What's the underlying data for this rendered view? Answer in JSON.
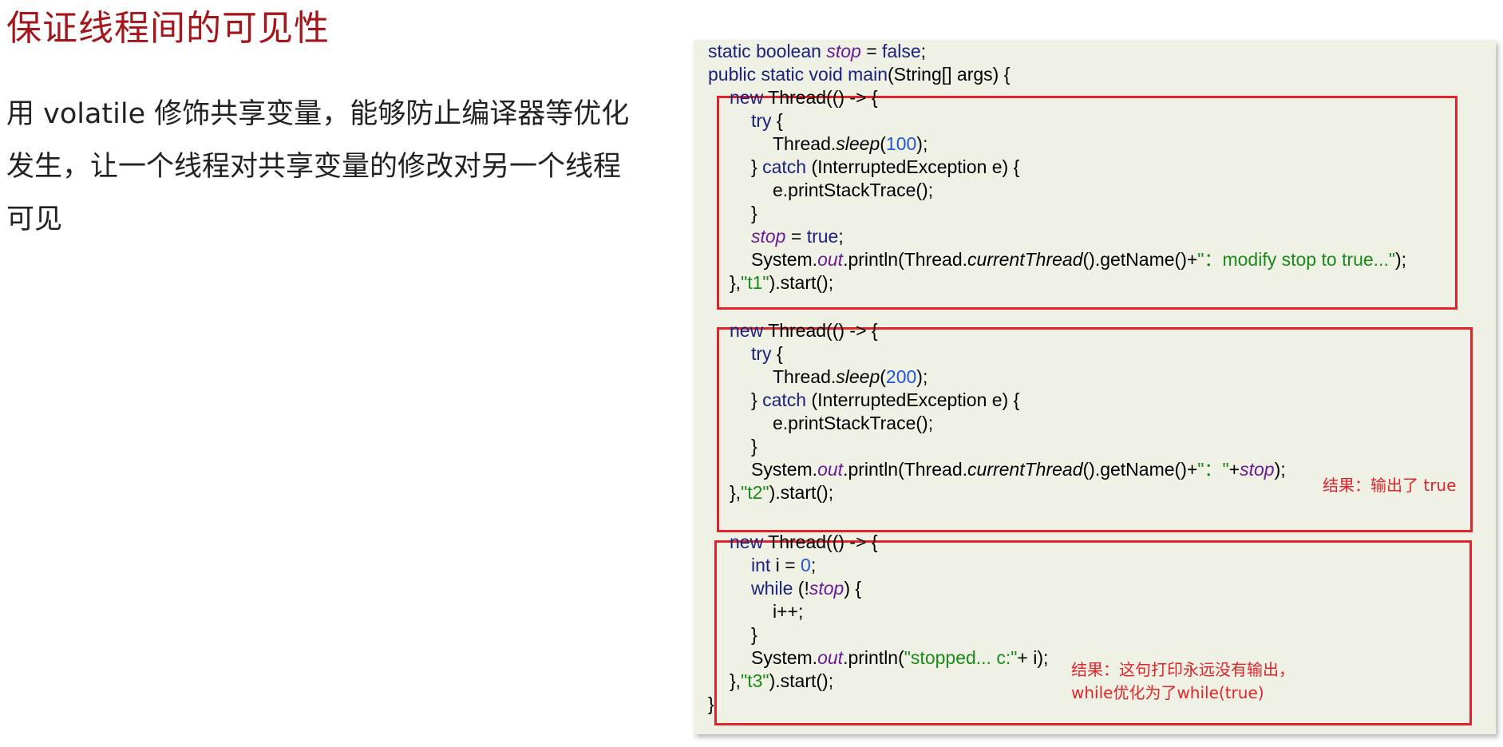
{
  "title": "保证线程间的可见性",
  "description": {
    "line1": "用 volatile 修饰共享变量，能够防止编译器等优化",
    "line2": "发生，让一个线程对共享变量的修改对另一个线程",
    "line3": "可见"
  },
  "code": {
    "l1_kw": "static boolean ",
    "l1_field": "stop",
    "l1_eq": " = ",
    "l1_val": "false",
    "l1_end": ";",
    "l2_kw": "public static void ",
    "l2_fn": "main",
    "l2_rest": "(String[] args) {",
    "t1": {
      "new": "new ",
      "thread_open": "Thread(() -> {",
      "try": "try",
      "brace": " {",
      "sleep_pre": "Thread.",
      "sleep_fn": "sleep",
      "sleep_open": "(",
      "sleep_val": "100",
      "sleep_close": ");",
      "catch_pre": "} ",
      "catch_kw": "catch",
      "catch_rest": " (InterruptedException e) {",
      "print_trace": "e.printStackTrace();",
      "close": "}",
      "stop_field": "stop",
      "stop_eq": " = ",
      "stop_val": "true",
      "stop_end": ";",
      "sys_pre": "System.",
      "sys_out": "out",
      "sys_mid": ".println(Thread.",
      "sys_ct": "currentThread",
      "sys_name": "().getName()+",
      "sys_str": "\"：modify stop to true...\"",
      "sys_end": ");",
      "end_pre": "},",
      "end_name": "\"t1\"",
      "end_post": ").start();"
    },
    "t2": {
      "new": "new ",
      "thread_open": "Thread(() -> {",
      "try": "try",
      "brace": " {",
      "sleep_pre": "Thread.",
      "sleep_fn": "sleep",
      "sleep_open": "(",
      "sleep_val": "200",
      "sleep_close": ");",
      "catch_pre": "} ",
      "catch_kw": "catch",
      "catch_rest": " (InterruptedException e) {",
      "print_trace": "e.printStackTrace();",
      "close": "}",
      "sys_pre": "System.",
      "sys_out": "out",
      "sys_mid": ".println(Thread.",
      "sys_ct": "currentThread",
      "sys_name": "().getName()+",
      "sys_str": "\"：\"",
      "sys_plus": "+",
      "sys_field": "stop",
      "sys_end": ");",
      "end_pre": "},",
      "end_name": "\"t2\"",
      "end_post": ").start();",
      "note": "结果：输出了 true"
    },
    "t3": {
      "new": "new ",
      "thread_open": "Thread(() -> {",
      "int_kw": "int",
      "int_rest": " i = ",
      "int_val": "0",
      "int_end": ";",
      "while_kw": "while",
      "while_open": " (!",
      "while_field": "stop",
      "while_close": ") {",
      "inc": "i++;",
      "close": "}",
      "sys_pre": "System.",
      "sys_out": "out",
      "sys_mid": ".println(",
      "sys_str": "\"stopped... c:\"",
      "sys_end": "+ i);",
      "end_pre": "},",
      "end_name": "\"t3\"",
      "end_post": ").start();",
      "note1": "结果：这句打印永远没有输出，",
      "note2": "while优化为了while(true)"
    },
    "final_close": "}"
  },
  "colors": {
    "title": "#a4161a",
    "keyword": "#1a237e",
    "field": "#6a1b9a",
    "string": "#1b8a1b",
    "number": "#2255dd",
    "highlight_box": "#e0242b",
    "panel_bg": "#eef1e4"
  }
}
